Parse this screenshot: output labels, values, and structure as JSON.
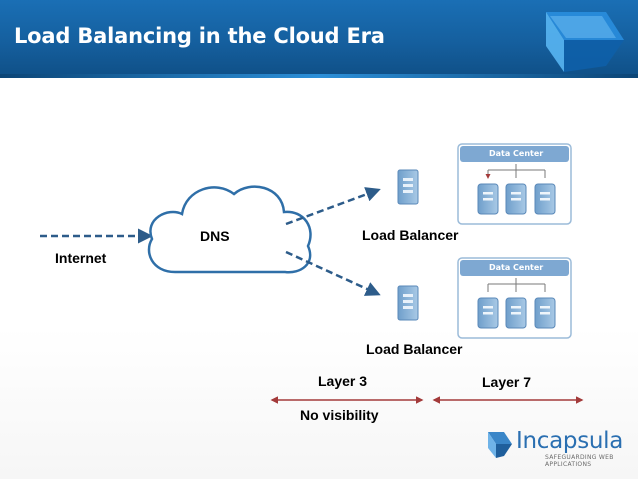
{
  "header": {
    "title": "Load Balancing in the Cloud Era"
  },
  "labels": {
    "internet": "Internet",
    "dns": "DNS",
    "load_balancer_top": "Load Balancer",
    "load_balancer_bottom": "Load Balancer",
    "layer3": "Layer 3",
    "layer7": "Layer 7",
    "no_visibility": "No visibility"
  },
  "data_centers": [
    {
      "title": "Data Center"
    },
    {
      "title": "Data Center"
    }
  ],
  "brand": {
    "name": "Incapsula",
    "tagline": "SAFEGUARDING WEB APPLICATIONS"
  },
  "colors": {
    "header_blue": "#1a6fb5",
    "arrow_blue": "#2d5c8a",
    "cloud_stroke": "#2f6fa8",
    "server_blue": "#8fb8db",
    "range_red": "#a33a3a",
    "dc_header": "#7ea8d2"
  },
  "icons": {
    "cloud": "cloud-icon",
    "server": "server-icon",
    "logo": "incapsula-logo"
  }
}
